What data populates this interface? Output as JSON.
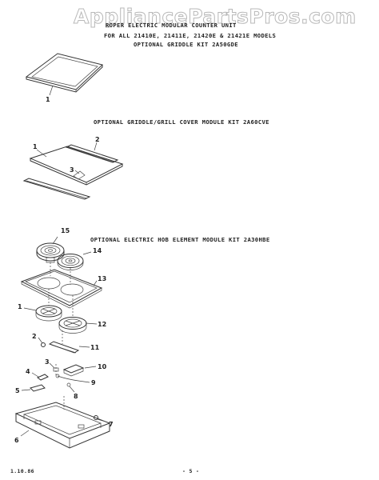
{
  "watermark": "AppliancePartsPros.com",
  "header": {
    "line1": "ROPER ELECTRIC MODULAR COUNTER UNIT",
    "line2": "FOR ALL 21410E, 21411E, 21420E & 21421E MODELS",
    "line3": "OPTIONAL GRIDDLE KIT 2A50GDE"
  },
  "sections": {
    "cover_title": "OPTIONAL GRIDDLE/GRILL COVER MODULE KIT 2A60CVE",
    "hob_title": "OPTIONAL ELECTRIC HOB ELEMENT MODULE KIT 2A30HBE"
  },
  "callouts": {
    "griddle": [
      "1"
    ],
    "cover": [
      "1",
      "2",
      "3"
    ],
    "hob": [
      "15",
      "14",
      "13",
      "1",
      "12",
      "2",
      "11",
      "3",
      "10",
      "4",
      "9",
      "5",
      "8",
      "7",
      "6"
    ]
  },
  "footer": {
    "date": "1.10.86",
    "page": "- 5 -"
  }
}
